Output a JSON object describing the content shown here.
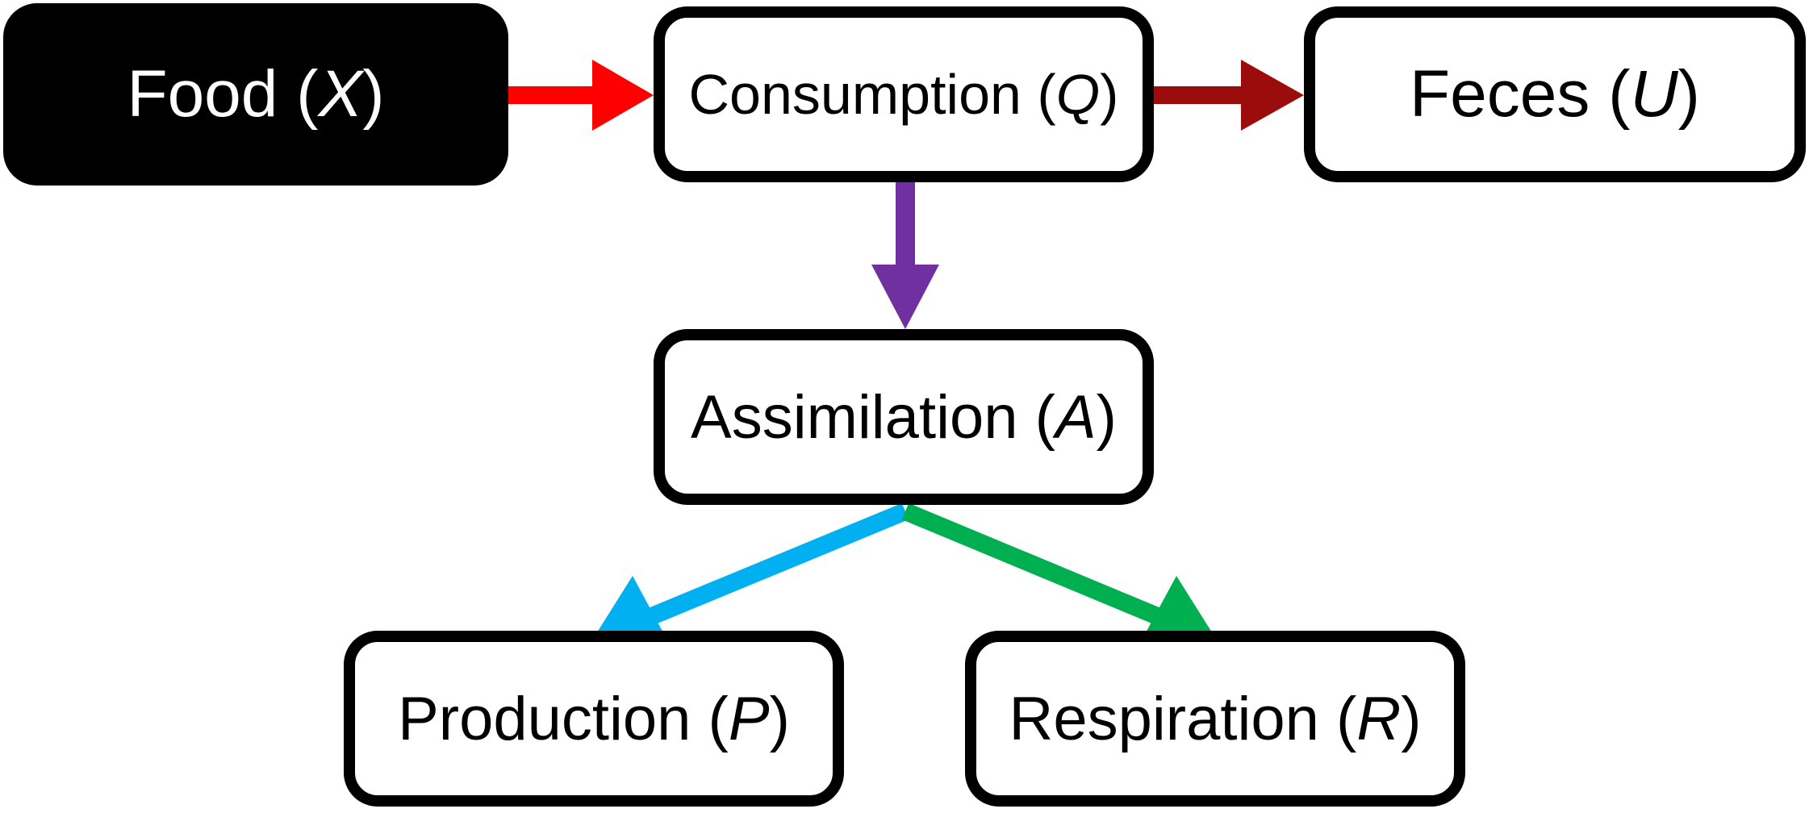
{
  "nodes": {
    "food": {
      "name": "Food",
      "symbol": "X",
      "open": " (",
      "close": ")"
    },
    "consumption": {
      "name": "Consumption",
      "symbol": "Q",
      "open": " (",
      "close": ")"
    },
    "feces": {
      "name": "Feces",
      "symbol": "U",
      "open": " (",
      "close": ")"
    },
    "assimilation": {
      "name": "Assimilation",
      "symbol": "A",
      "open": " (",
      "close": ")"
    },
    "production": {
      "name": "Production",
      "symbol": "P",
      "open": " (",
      "close": ")"
    },
    "respiration": {
      "name": "Respiration",
      "symbol": "R",
      "open": " (",
      "close": ")"
    }
  },
  "edges": [
    {
      "from": "food",
      "to": "consumption",
      "color": "#ff0000"
    },
    {
      "from": "consumption",
      "to": "feces",
      "color": "#9b0d0d"
    },
    {
      "from": "consumption",
      "to": "assimilation",
      "color": "#7030a0"
    },
    {
      "from": "assimilation",
      "to": "production",
      "color": "#00b0f0"
    },
    {
      "from": "assimilation",
      "to": "respiration",
      "color": "#00b050"
    }
  ]
}
